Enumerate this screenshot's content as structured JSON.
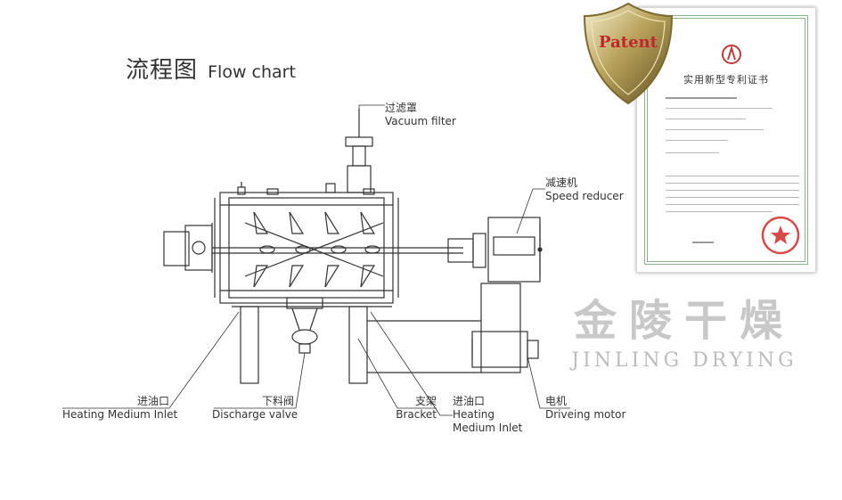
{
  "header": {
    "title_zh": "流程图",
    "title_en": "Flow chart"
  },
  "labels": {
    "vacuum_filter": {
      "zh": "过滤罩",
      "en": "Vacuum filter"
    },
    "speed_reducer": {
      "zh": "减速机",
      "en": "Speed reducer"
    },
    "heating_inlet_left": {
      "zh": "进油口",
      "en": "Heating Medium Inlet"
    },
    "discharge_valve": {
      "zh": "下料阀",
      "en": "Discharge valve"
    },
    "bracket": {
      "zh": "支架",
      "en": "Bracket"
    },
    "heating_inlet_right": {
      "zh": "进油口",
      "en_line1": "Heating",
      "en_line2": "Medium Inlet"
    },
    "drive_motor": {
      "zh": "电机",
      "en": "Driveing motor"
    }
  },
  "patent": {
    "badge": "Patent",
    "certificate_title": "实用新型专利证书",
    "badge_color": "#c0272d"
  },
  "brand": {
    "name_zh": "金陵干燥",
    "name_en": "JINLING DRYING"
  }
}
